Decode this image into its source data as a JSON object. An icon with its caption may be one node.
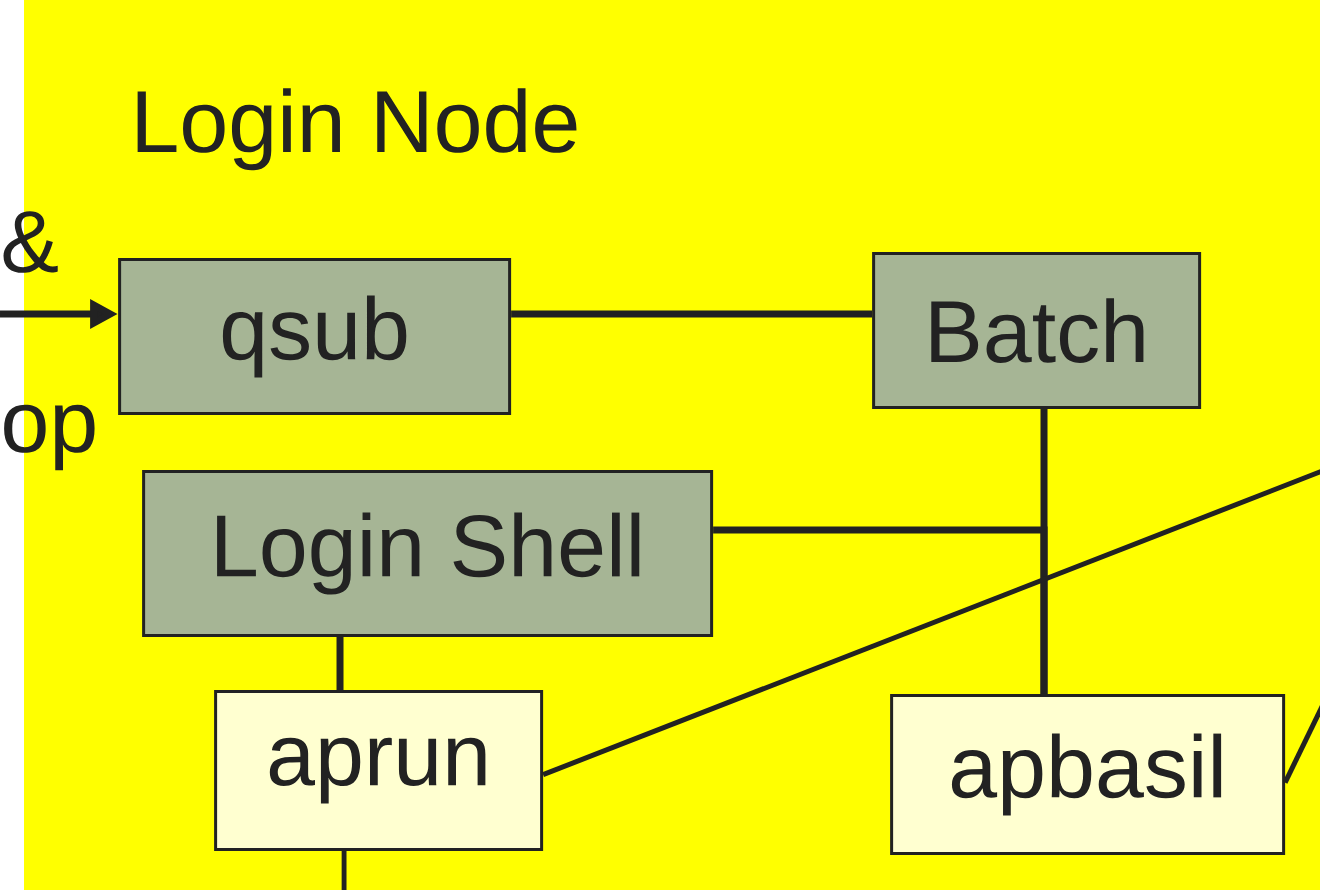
{
  "diagram": {
    "nodes": [
      {
        "text": [
          "Login Node"
        ]
      },
      {
        "text": [
          "qsub"
        ],
        "in": 0
      },
      {
        "text": [
          "Batch"
        ],
        "in": 0
      },
      {
        "text": [
          "Login Shell"
        ],
        "in": 0
      },
      {
        "text": [
          "aprun"
        ],
        "in": 0
      },
      {
        "text": [
          "apbasil"
        ],
        "in": 0
      }
    ],
    "edges": [
      {
        "from": null,
        "to": 1,
        "arrow": "to"
      },
      {
        "from": 1,
        "to": 2,
        "arrow": "none"
      },
      {
        "from": 2,
        "to": 5,
        "arrow": "none"
      },
      {
        "from": 3,
        "to": 5,
        "arrow": "none"
      },
      {
        "from": 3,
        "to": 4,
        "arrow": "none"
      },
      {
        "from": 4,
        "to": null,
        "arrow": "none"
      },
      {
        "from": 5,
        "to": null,
        "arrow": "none"
      },
      {
        "from": 4,
        "to": null,
        "arrow": "none"
      }
    ],
    "labels": [
      "&",
      "op"
    ]
  }
}
